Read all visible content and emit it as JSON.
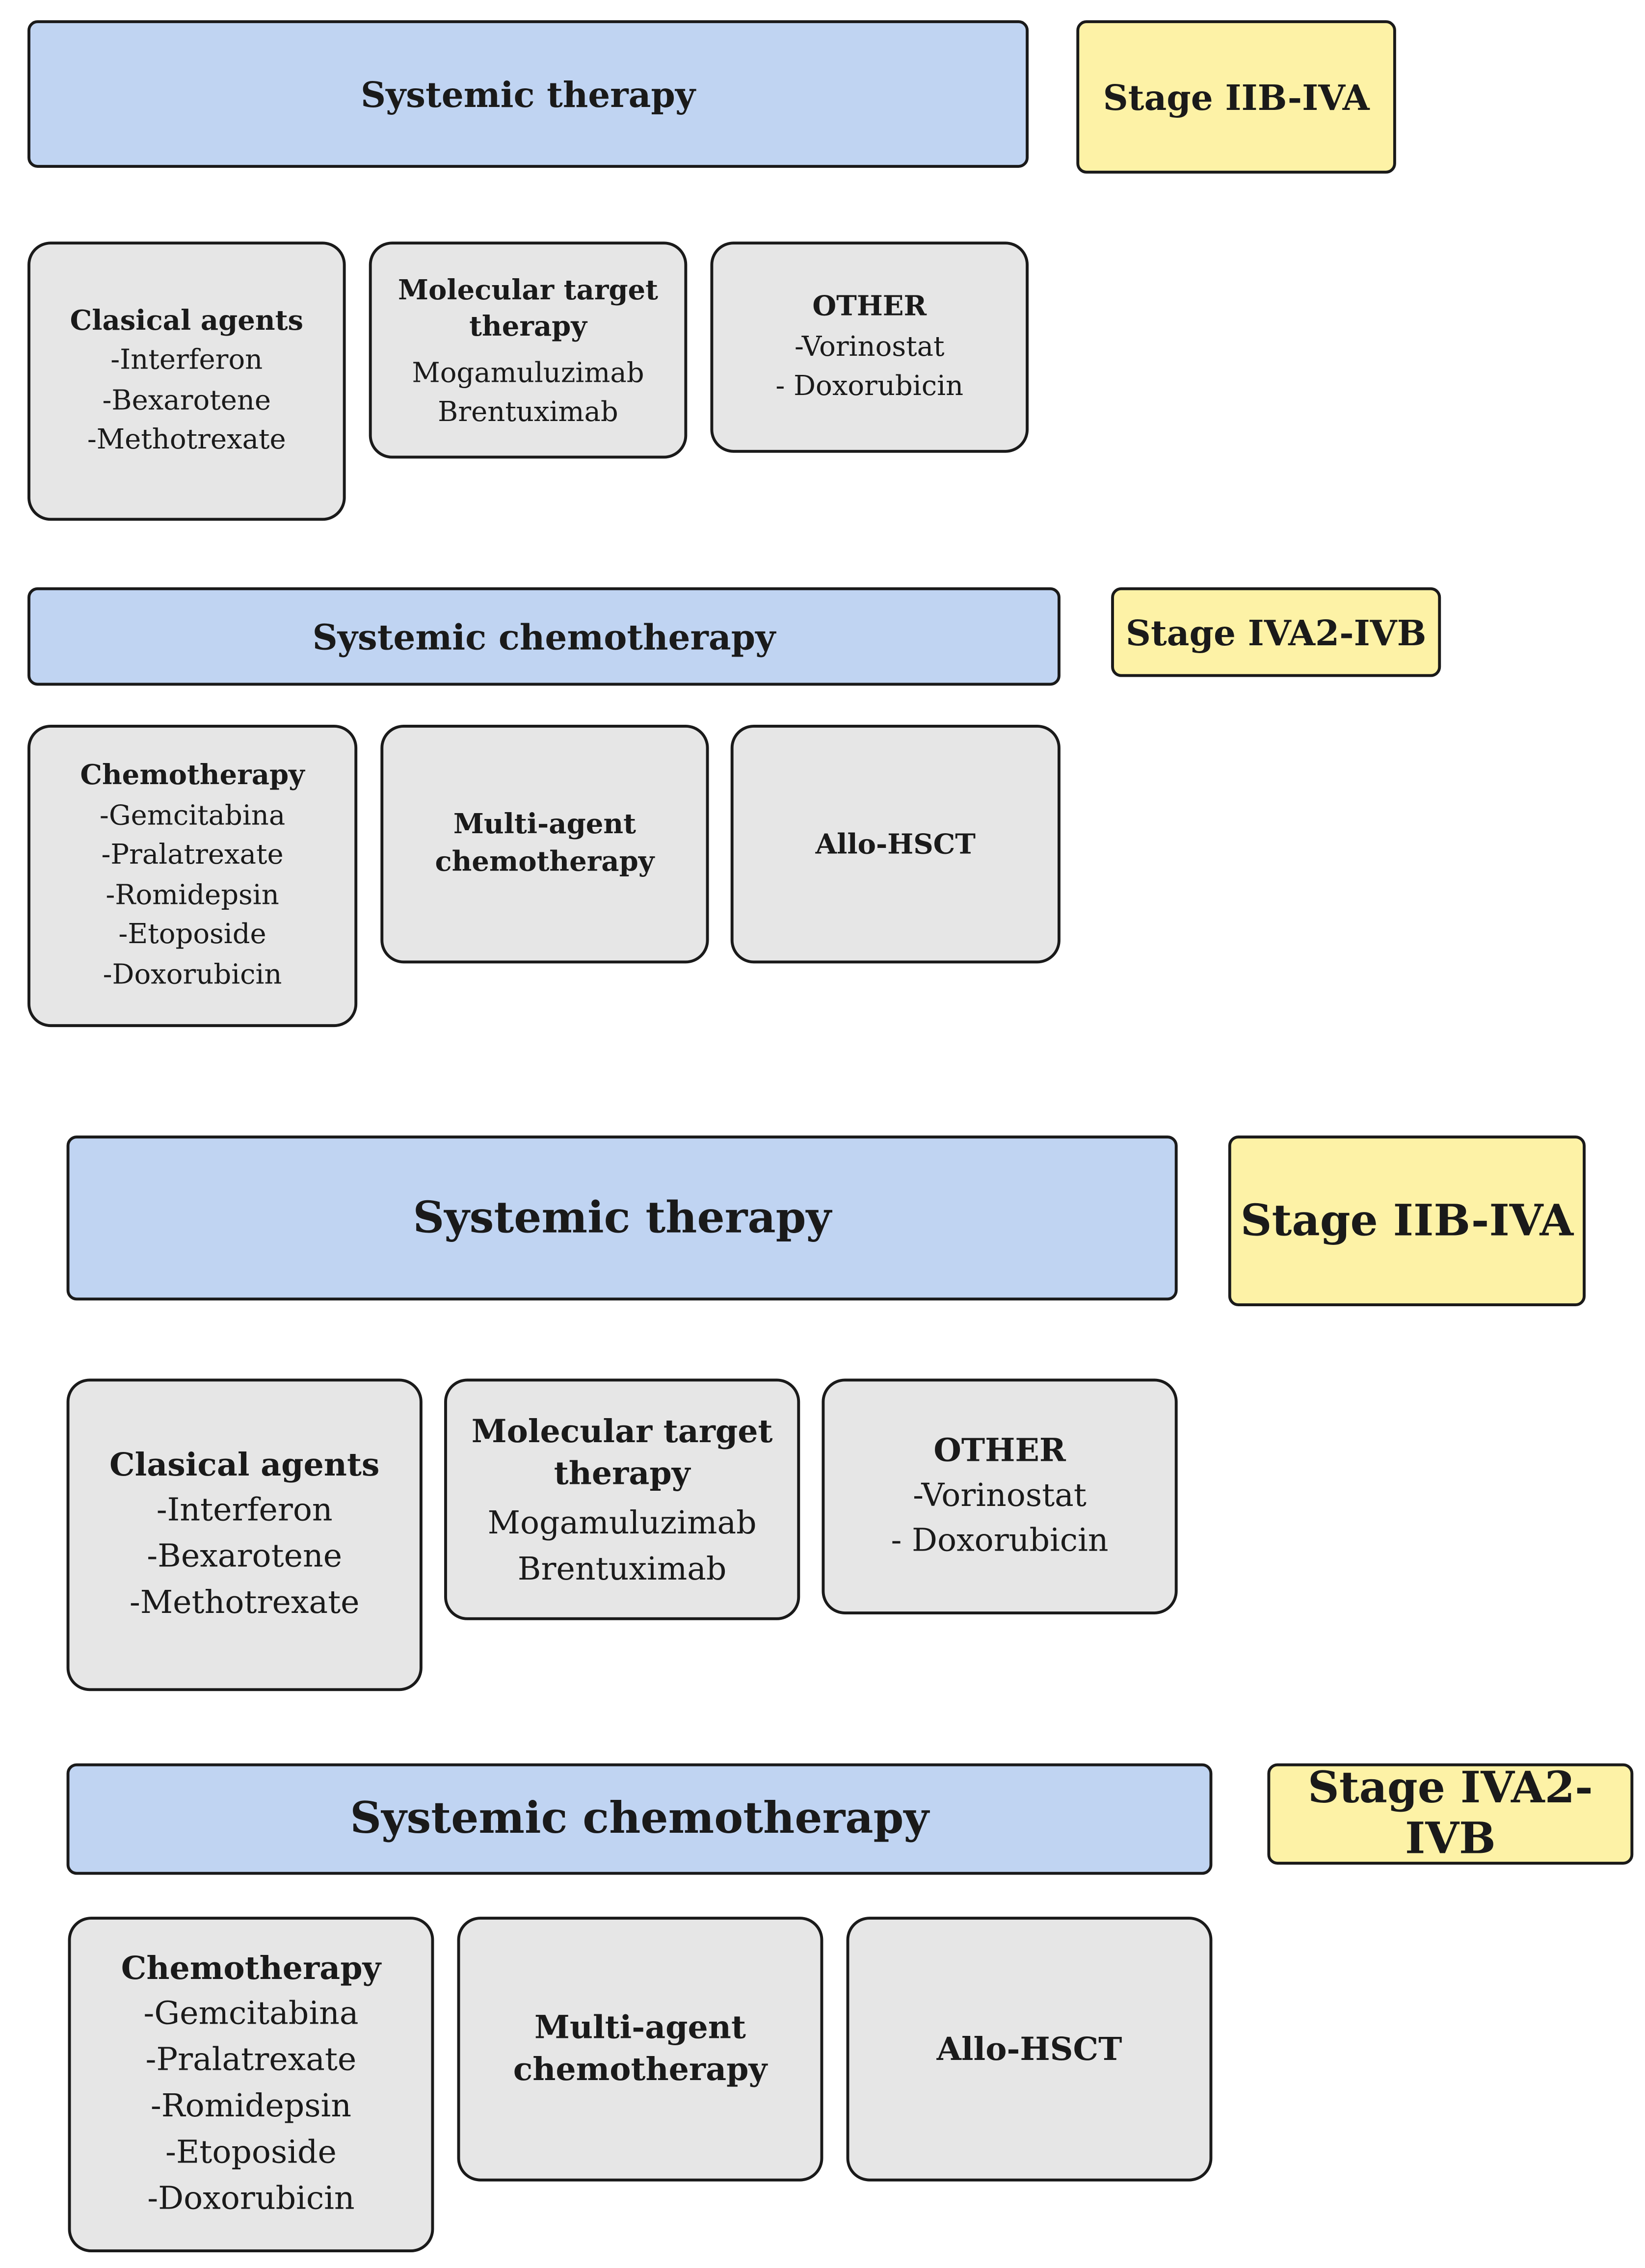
{
  "panels": [
    {
      "header": "Systemic therapy",
      "stage": "Stage IIB-IVA",
      "boxes": [
        {
          "title": "Clasical agents",
          "items": [
            "-Interferon",
            "-Bexarotene",
            "-Methotrexate"
          ]
        },
        {
          "title": "Molecular target therapy",
          "items": [
            "Mogamuluzimab",
            "Brentuximab"
          ]
        },
        {
          "title": "OTHER",
          "items": [
            "-Vorinostat",
            "- Doxorubicin"
          ]
        }
      ]
    },
    {
      "header": "Systemic chemotherapy",
      "stage": "Stage IVA2-IVB",
      "boxes": [
        {
          "title": "Chemotherapy",
          "items": [
            "-Gemcitabina",
            "-Pralatrexate",
            "-Romidepsin",
            "-Etoposide",
            "-Doxorubicin"
          ]
        },
        {
          "title": "Multi-agent chemotherapy",
          "items": []
        },
        {
          "title": "Allo-HSCT",
          "items": []
        }
      ]
    },
    {
      "header": "Systemic therapy",
      "stage": "Stage IIB-IVA",
      "boxes": [
        {
          "title": "Clasical agents",
          "items": [
            "-Interferon",
            "-Bexarotene",
            "-Methotrexate"
          ]
        },
        {
          "title": "Molecular target therapy",
          "items": [
            "Mogamuluzimab",
            "Brentuximab"
          ]
        },
        {
          "title": "OTHER",
          "items": [
            "-Vorinostat",
            "- Doxorubicin"
          ]
        }
      ]
    },
    {
      "header": "Systemic chemotherapy",
      "stage": "Stage IVA2-IVB",
      "boxes": [
        {
          "title": "Chemotherapy",
          "items": [
            "-Gemcitabina",
            "-Pralatrexate",
            "-Romidepsin",
            "-Etoposide",
            "-Doxorubicin"
          ]
        },
        {
          "title": "Multi-agent chemotherapy",
          "items": []
        },
        {
          "title": "Allo-HSCT",
          "items": []
        }
      ]
    }
  ],
  "colors": {
    "header_fill": "#c0d4f2",
    "stage_fill": "#fdf2a6",
    "box_fill": "#e6e6e6",
    "border": "#1a1a1a"
  }
}
